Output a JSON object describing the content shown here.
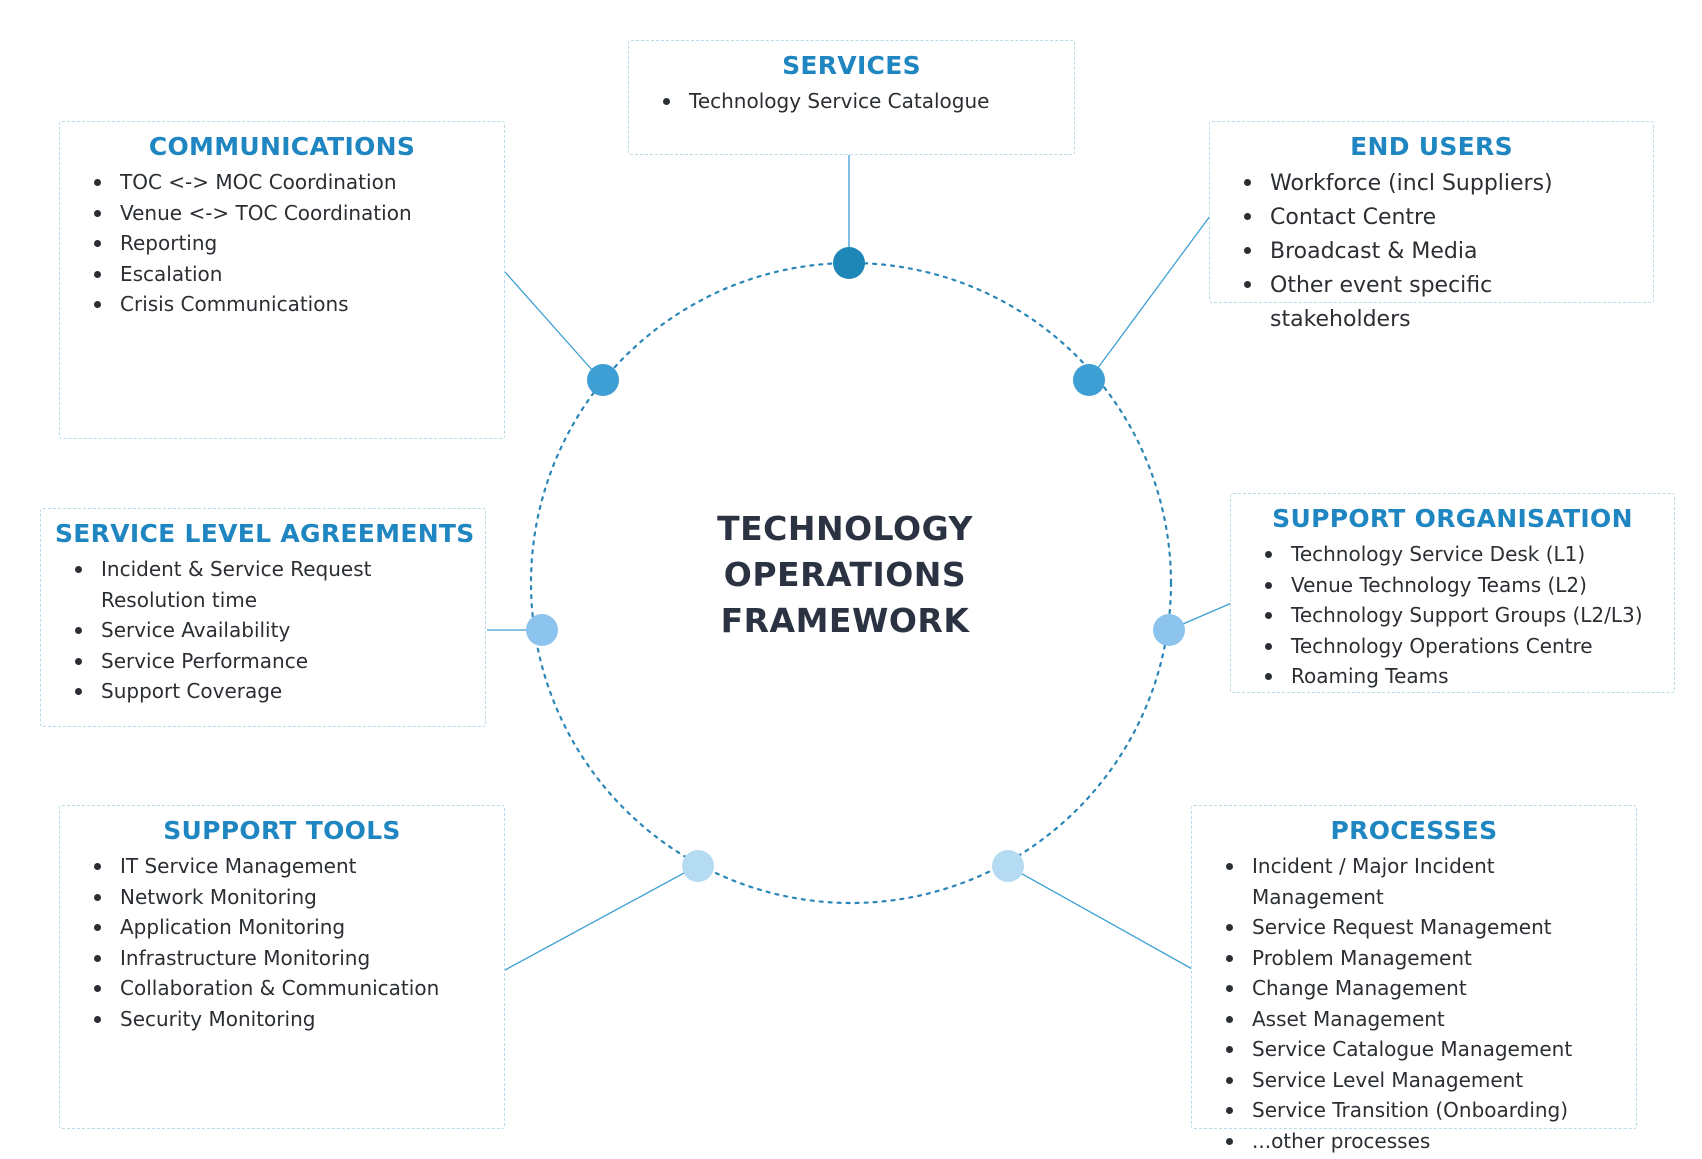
{
  "center": {
    "lines": [
      "TECHNOLOGY",
      "OPERATIONS",
      "FRAMEWORK"
    ]
  },
  "colors": {
    "title": "#1f86c1",
    "center_text": "#2b3242",
    "body_text": "#2b2f33",
    "ring": "#2a86b8",
    "box_border": "#b9d9e7",
    "node_services": "#1f86b8",
    "node_dark": "#3d9fd3",
    "node_mid": "#8cc4ee",
    "node_light": "#b5dbf2"
  },
  "boxes": {
    "services": {
      "title": "SERVICES",
      "items": [
        "Technology Service Catalogue"
      ]
    },
    "communications": {
      "title": "COMMUNICATIONS",
      "items": [
        "TOC <-> MOC Coordination",
        "Venue <-> TOC Coordination",
        "Reporting",
        "Escalation",
        "Crisis Communications"
      ]
    },
    "end_users": {
      "title": "END USERS",
      "items": [
        "Workforce (incl Suppliers)",
        "Contact Centre",
        "Broadcast & Media",
        "Other event specific stakeholders"
      ]
    },
    "sla": {
      "title": "SERVICE LEVEL AGREEMENTS",
      "items": [
        "Incident & Service Request Resolution time",
        "Service Availability",
        "Service Performance",
        "Support Coverage"
      ]
    },
    "support_org": {
      "title": "SUPPORT ORGANISATION",
      "items": [
        "Technology Service Desk (L1)",
        "Venue Technology Teams (L2)",
        "Technology Support Groups (L2/L3)",
        "Technology Operations Centre",
        "Roaming Teams"
      ]
    },
    "support_tools": {
      "title": "SUPPORT TOOLS",
      "items": [
        "IT Service Management",
        "Network Monitoring",
        "Application Monitoring",
        "Infrastructure Monitoring",
        "Collaboration & Communication",
        "Security Monitoring"
      ]
    },
    "processes": {
      "title": "PROCESSES",
      "items": [
        "Incident / Major Incident Management",
        "Service Request Management",
        "Problem Management",
        "Change Management",
        "Asset Management",
        "Service Catalogue Management",
        "Service Level Management",
        "Service Transition (Onboarding)",
        "...other processes"
      ]
    }
  }
}
